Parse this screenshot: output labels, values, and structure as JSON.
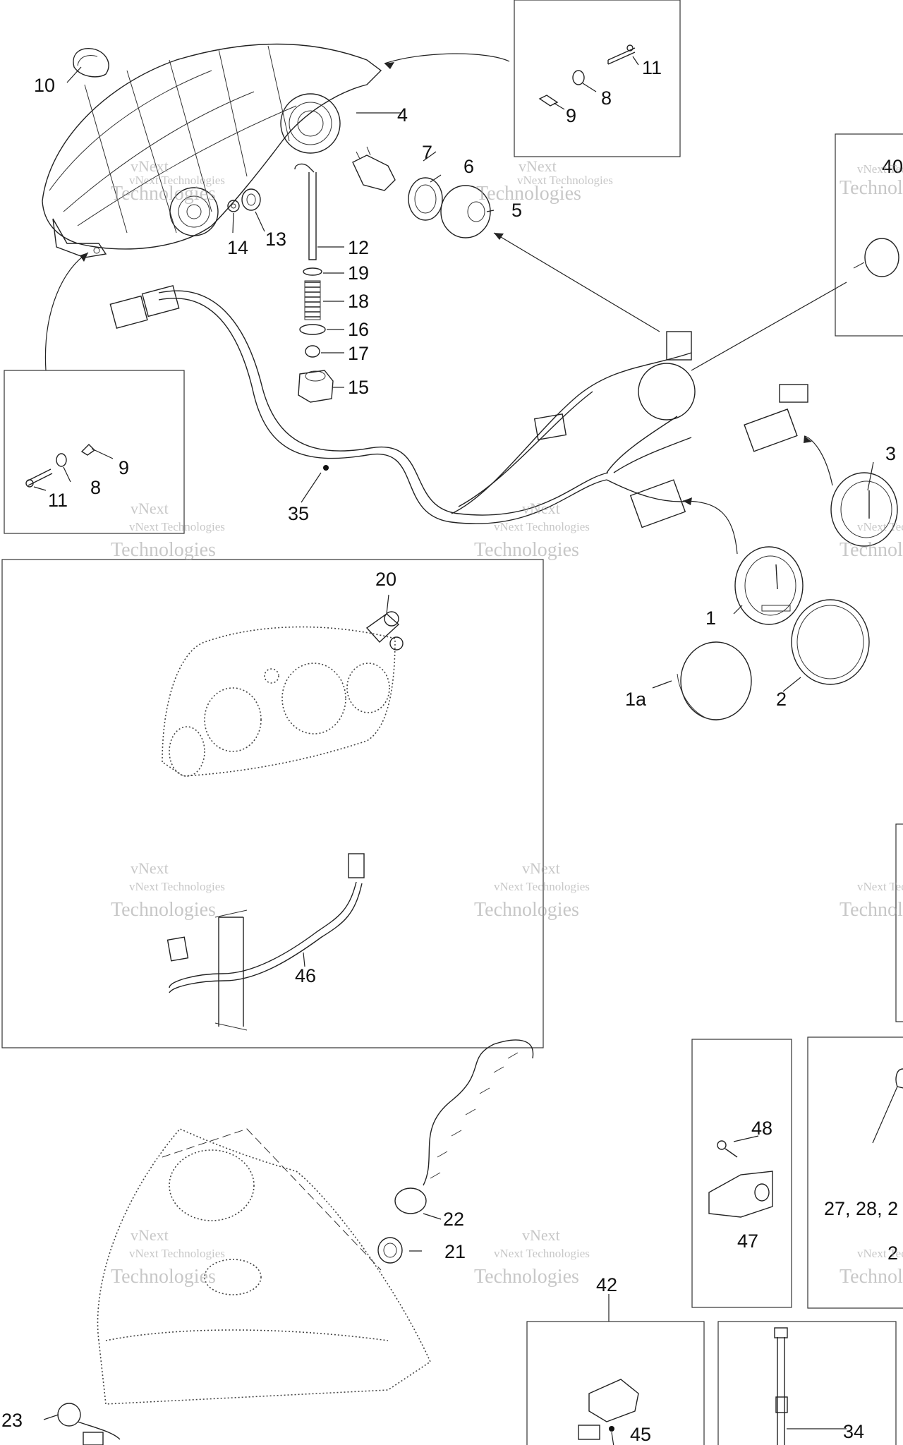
{
  "watermark": {
    "line1": "vNext",
    "line2": "vNext Technologies",
    "line3": "Technologies"
  },
  "callouts": {
    "c1": "1",
    "c1a": "1a",
    "c2": "2",
    "c3": "3",
    "c4": "4",
    "c5": "5",
    "c6": "6",
    "c7": "7",
    "c8a": "8",
    "c8b": "8",
    "c9a": "9",
    "c9b": "9",
    "c10": "10",
    "c11a": "11",
    "c11b": "11",
    "c12": "12",
    "c13": "13",
    "c14": "14",
    "c15": "15",
    "c16": "16",
    "c17": "17",
    "c18": "18",
    "c19": "19",
    "c20": "20",
    "c21": "21",
    "c22": "22",
    "c23": "23",
    "c27": "27, 28, 2",
    "c34": "34",
    "c35": "35",
    "c40": "40",
    "c42": "42",
    "c45": "45",
    "c46": "46",
    "c47": "47",
    "c48": "48",
    "c2x": "2"
  }
}
